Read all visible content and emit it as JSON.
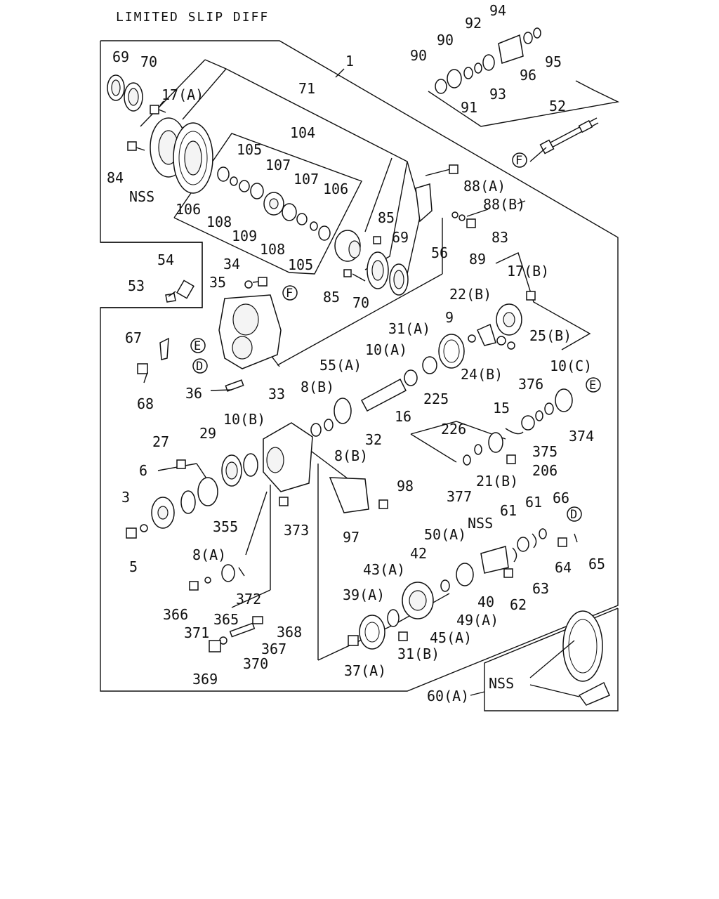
{
  "title": "LIMITED SLIP DIFF",
  "circle_refs": [
    "F",
    "E",
    "D",
    "F",
    "E",
    "D"
  ],
  "labels": [
    {
      "id": "l69a",
      "text": "69"
    },
    {
      "id": "l70a",
      "text": "70"
    },
    {
      "id": "l17a",
      "text": "17(A)"
    },
    {
      "id": "l71",
      "text": "71"
    },
    {
      "id": "l1",
      "text": "1"
    },
    {
      "id": "l104",
      "text": "104"
    },
    {
      "id": "l105a",
      "text": "105"
    },
    {
      "id": "l107a",
      "text": "107"
    },
    {
      "id": "l107b",
      "text": "107"
    },
    {
      "id": "l106a",
      "text": "106"
    },
    {
      "id": "l106b",
      "text": "106"
    },
    {
      "id": "l108a",
      "text": "108"
    },
    {
      "id": "l108b",
      "text": "108"
    },
    {
      "id": "l109",
      "text": "109"
    },
    {
      "id": "l105b",
      "text": "105"
    },
    {
      "id": "l84",
      "text": "84"
    },
    {
      "id": "lnss1",
      "text": "NSS"
    },
    {
      "id": "l85a",
      "text": "85"
    },
    {
      "id": "l85b",
      "text": "85"
    },
    {
      "id": "l69b",
      "text": "69"
    },
    {
      "id": "l70b",
      "text": "70"
    },
    {
      "id": "l56",
      "text": "56"
    },
    {
      "id": "l54",
      "text": "54"
    },
    {
      "id": "l53",
      "text": "53"
    },
    {
      "id": "l34",
      "text": "34"
    },
    {
      "id": "l35",
      "text": "35"
    },
    {
      "id": "l94",
      "text": "94"
    },
    {
      "id": "l92",
      "text": "92"
    },
    {
      "id": "l90a",
      "text": "90"
    },
    {
      "id": "l90b",
      "text": "90"
    },
    {
      "id": "l95",
      "text": "95"
    },
    {
      "id": "l96",
      "text": "96"
    },
    {
      "id": "l91",
      "text": "91"
    },
    {
      "id": "l93",
      "text": "93"
    },
    {
      "id": "l52",
      "text": "52"
    },
    {
      "id": "l88a",
      "text": "88(A)"
    },
    {
      "id": "l88b",
      "text": "88(B)"
    },
    {
      "id": "l89",
      "text": "89"
    },
    {
      "id": "l83",
      "text": "83"
    },
    {
      "id": "l17b",
      "text": "17(B)"
    },
    {
      "id": "l22b",
      "text": "22(B)"
    },
    {
      "id": "l9",
      "text": "9"
    },
    {
      "id": "l25b",
      "text": "25(B)"
    },
    {
      "id": "l31a",
      "text": "31(A)"
    },
    {
      "id": "l10a",
      "text": "10(A)"
    },
    {
      "id": "l24b",
      "text": "24(B)"
    },
    {
      "id": "l67",
      "text": "67"
    },
    {
      "id": "l55a",
      "text": "55(A)"
    },
    {
      "id": "l68",
      "text": "68"
    },
    {
      "id": "l36",
      "text": "36"
    },
    {
      "id": "l33",
      "text": "33"
    },
    {
      "id": "l8b1",
      "text": "8(B)"
    },
    {
      "id": "l225",
      "text": "225"
    },
    {
      "id": "l16",
      "text": "16"
    },
    {
      "id": "l32",
      "text": "32"
    },
    {
      "id": "l8b2",
      "text": "8(B)"
    },
    {
      "id": "l10c",
      "text": "10(C)"
    },
    {
      "id": "l376",
      "text": "376"
    },
    {
      "id": "l15",
      "text": "15"
    },
    {
      "id": "l374",
      "text": "374"
    },
    {
      "id": "l375",
      "text": "375"
    },
    {
      "id": "l226",
      "text": "226"
    },
    {
      "id": "l206",
      "text": "206"
    },
    {
      "id": "l21b",
      "text": "21(B)"
    },
    {
      "id": "l377",
      "text": "377"
    },
    {
      "id": "l27",
      "text": "27"
    },
    {
      "id": "l29",
      "text": "29"
    },
    {
      "id": "l10b",
      "text": "10(B)"
    },
    {
      "id": "l6",
      "text": "6"
    },
    {
      "id": "l3",
      "text": "3"
    },
    {
      "id": "l98",
      "text": "98"
    },
    {
      "id": "l355",
      "text": "355"
    },
    {
      "id": "l373",
      "text": "373"
    },
    {
      "id": "l5",
      "text": "5"
    },
    {
      "id": "l8a",
      "text": "8(A)"
    },
    {
      "id": "l97",
      "text": "97"
    },
    {
      "id": "l61a",
      "text": "61"
    },
    {
      "id": "l61b",
      "text": "61"
    },
    {
      "id": "l66",
      "text": "66"
    },
    {
      "id": "lnss2",
      "text": "NSS"
    },
    {
      "id": "l50a",
      "text": "50(A)"
    },
    {
      "id": "l42",
      "text": "42"
    },
    {
      "id": "l64",
      "text": "64"
    },
    {
      "id": "l65",
      "text": "65"
    },
    {
      "id": "l63",
      "text": "63"
    },
    {
      "id": "l43a",
      "text": "43(A)"
    },
    {
      "id": "l40",
      "text": "40"
    },
    {
      "id": "l62",
      "text": "62"
    },
    {
      "id": "l366",
      "text": "366"
    },
    {
      "id": "l372",
      "text": "372"
    },
    {
      "id": "l39a",
      "text": "39(A)"
    },
    {
      "id": "l49a",
      "text": "49(A)"
    },
    {
      "id": "l365",
      "text": "365"
    },
    {
      "id": "l371",
      "text": "371"
    },
    {
      "id": "l368",
      "text": "368"
    },
    {
      "id": "l367",
      "text": "367"
    },
    {
      "id": "l45a",
      "text": "45(A)"
    },
    {
      "id": "l370",
      "text": "370"
    },
    {
      "id": "l31b",
      "text": "31(B)"
    },
    {
      "id": "l369",
      "text": "369"
    },
    {
      "id": "l37a",
      "text": "37(A)"
    },
    {
      "id": "lnss3",
      "text": "NSS"
    },
    {
      "id": "l60a",
      "text": "60(A)"
    }
  ]
}
